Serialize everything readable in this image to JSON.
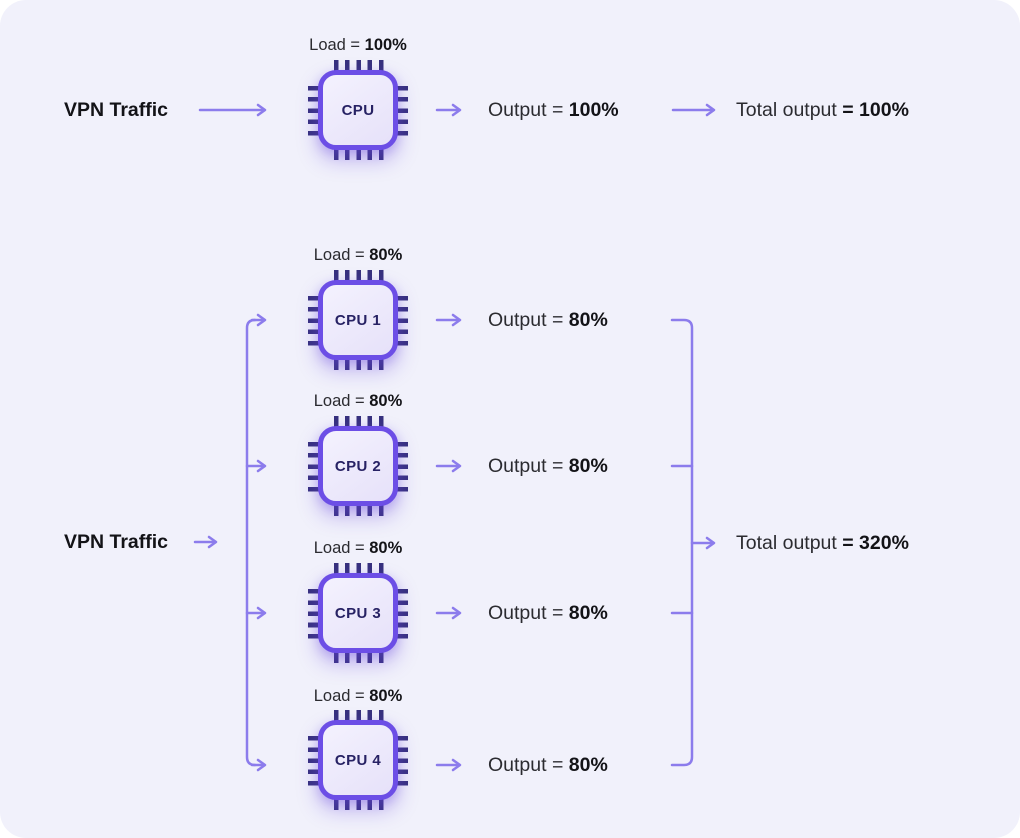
{
  "colors": {
    "canvas_bg": "#F1F1FB",
    "arrow": "#8C7CEC",
    "chip_border": "#6C4EE6",
    "chip_pin": "#37317E",
    "chip_label_color": "#272264",
    "text_bold": "#131317",
    "text_regular": "#2B2B30"
  },
  "single_flow": {
    "source_label": "VPN Traffic",
    "load_label": "Load = ",
    "load_value": "100%",
    "cpu_name": "CPU",
    "output_label": "Output = ",
    "output_value": "100%",
    "total_label": "Total output ",
    "total_value": "= 100%"
  },
  "cluster_flow": {
    "source_label": "VPN Traffic",
    "cpus": [
      {
        "name": "CPU 1",
        "load_label": "Load = ",
        "load_value": "80%",
        "output_label": "Output = ",
        "output_value": "80%"
      },
      {
        "name": "CPU 2",
        "load_label": "Load = ",
        "load_value": "80%",
        "output_label": "Output = ",
        "output_value": "80%"
      },
      {
        "name": "CPU 3",
        "load_label": "Load = ",
        "load_value": "80%",
        "output_label": "Output = ",
        "output_value": "80%"
      },
      {
        "name": "CPU 4",
        "load_label": "Load = ",
        "load_value": "80%",
        "output_label": "Output = ",
        "output_value": "80%"
      }
    ],
    "total_label": "Total output ",
    "total_value": "= 320%"
  }
}
